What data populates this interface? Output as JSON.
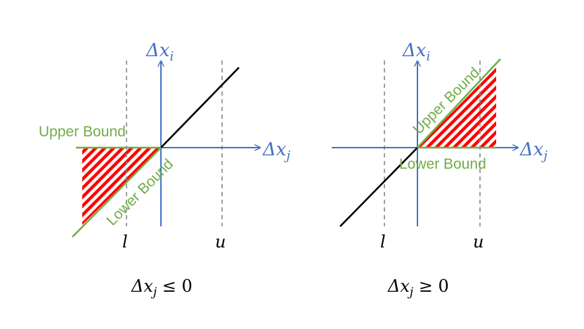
{
  "colors": {
    "axis": "#4472c4",
    "bound": "#70ad47",
    "hatch": "#ff0000",
    "line": "#000000",
    "guide": "#888888"
  },
  "panels": [
    {
      "y_axis": {
        "base": "Δx",
        "sub": "i"
      },
      "x_axis": {
        "base": "Δx",
        "sub": "j"
      },
      "upper_bound_label": "Upper Bound",
      "lower_bound_label": "Lower Bound",
      "tick_l": "l",
      "tick_u": "u",
      "caption": {
        "base": "Δx",
        "sub": "j",
        "rest": " ≤ 0"
      }
    },
    {
      "y_axis": {
        "base": "Δx",
        "sub": "i"
      },
      "x_axis": {
        "base": "Δx",
        "sub": "j"
      },
      "upper_bound_label": "Upper Bound",
      "lower_bound_label": "Lower Bound",
      "tick_l": "l",
      "tick_u": "u",
      "caption": {
        "base": "Δx",
        "sub": "j",
        "rest": " ≥ 0"
      }
    }
  ]
}
